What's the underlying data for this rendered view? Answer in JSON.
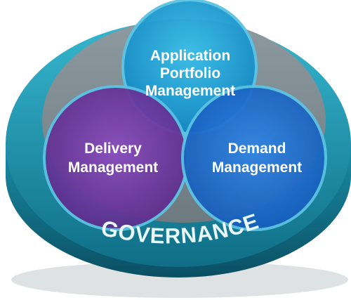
{
  "circles": {
    "top": {
      "line1": "Application",
      "line2": "Portfolio",
      "line3": "Management",
      "color": "#1fa3d6"
    },
    "left": {
      "line1": "Delivery",
      "line2": "Management",
      "color": "#6a3a9a"
    },
    "right": {
      "line1": "Demand",
      "line2": "Management",
      "color": "#1f6fd0"
    }
  },
  "base": {
    "label": "GOVERNANCE",
    "color": "#1a8fa8"
  }
}
